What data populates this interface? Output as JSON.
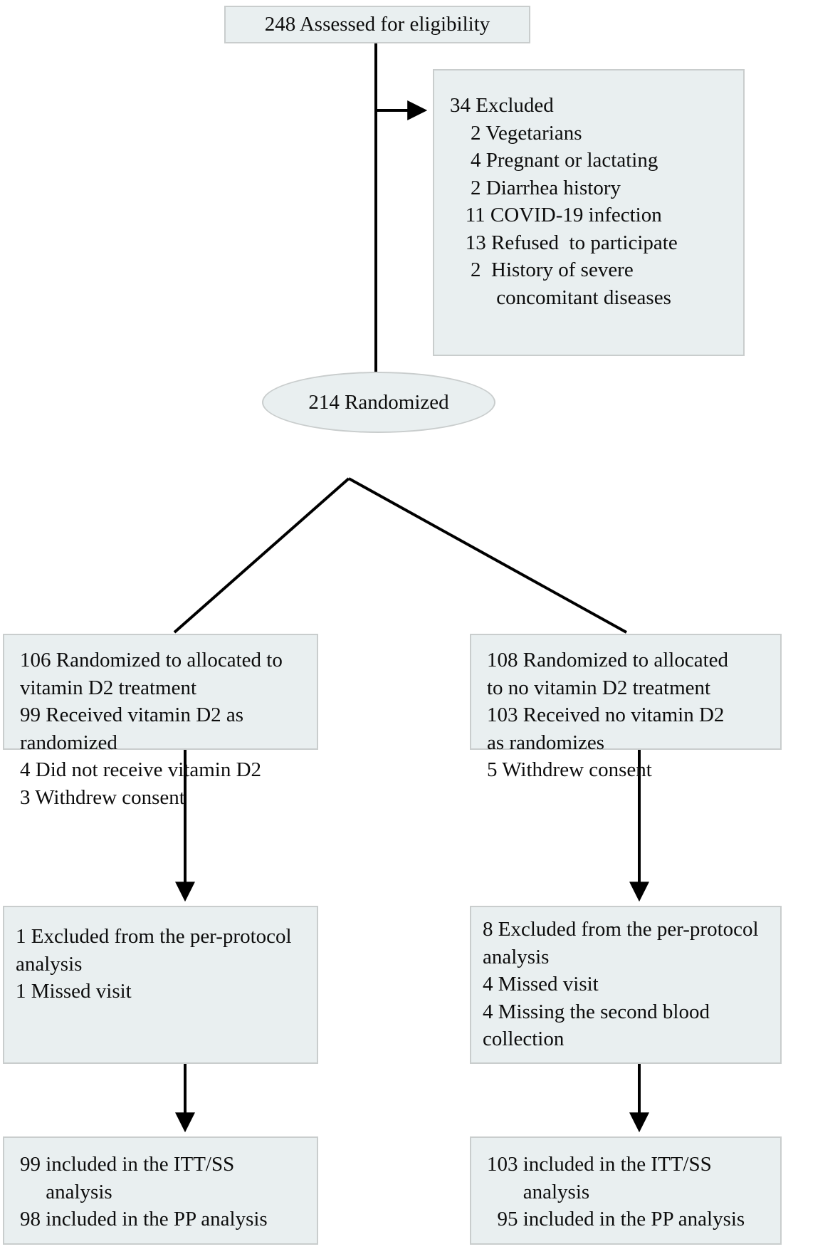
{
  "diagram": {
    "type": "consort-flow-diagram",
    "colors": {
      "node_fill": "#e9eff0",
      "node_border": "#c9cdcd",
      "edge": "#000000",
      "text": "#0d0d0d"
    },
    "nodes": {
      "assessed": {
        "label": "248 Assessed for eligibility",
        "count": 248
      },
      "excluded": {
        "label": "34 Excluded\n    2 Vegetarians\n    4 Pregnant or lactating\n    2 Diarrhea history\n   11 COVID-19 infection\n   13 Refused  to participate\n    2  History of severe\n         concomitant diseases",
        "count": 34,
        "reasons": [
          {
            "count": 2,
            "reason": "Vegetarians"
          },
          {
            "count": 4,
            "reason": "Pregnant or lactating"
          },
          {
            "count": 2,
            "reason": "Diarrhea history"
          },
          {
            "count": 11,
            "reason": "COVID-19 infection"
          },
          {
            "count": 13,
            "reason": "Refused  to participate"
          },
          {
            "count": 2,
            "reason": "History of severe concomitant diseases"
          }
        ]
      },
      "randomized": {
        "label": "214 Randomized",
        "count": 214
      },
      "left_alloc": {
        "label": "106 Randomized to allocated to\nvitamin D2 treatment\n99 Received vitamin D2 as\nrandomized\n4 Did not receive vitamin D2\n3 Withdrew consent",
        "allocated": 106,
        "received": 99,
        "did_not_receive": 4,
        "withdrew_consent": 3
      },
      "right_alloc": {
        "label": "108 Randomized to allocated\nto no vitamin D2 treatment\n103 Received no vitamin D2\nas randomizes\n5 Withdrew consent",
        "allocated": 108,
        "received": 103,
        "withdrew_consent": 5
      },
      "left_pp": {
        "label": "1 Excluded from the per-protocol\nanalysis\n1 Missed visit",
        "excluded": 1,
        "missed_visit": 1
      },
      "right_pp": {
        "label": "8 Excluded from the per-protocol\nanalysis\n4 Missed visit\n4 Missing the second blood\ncollection",
        "excluded": 8,
        "missed_visit": 4,
        "missing_second_blood_collection": 4
      },
      "left_final": {
        "label": "99 included in the ITT/SS\n     analysis\n98 included in the PP analysis",
        "itt_ss": 99,
        "pp": 98
      },
      "right_final": {
        "label": "103 included in the ITT/SS\n       analysis\n  95 included in the PP analysis",
        "itt_ss": 103,
        "pp": 95
      }
    }
  }
}
